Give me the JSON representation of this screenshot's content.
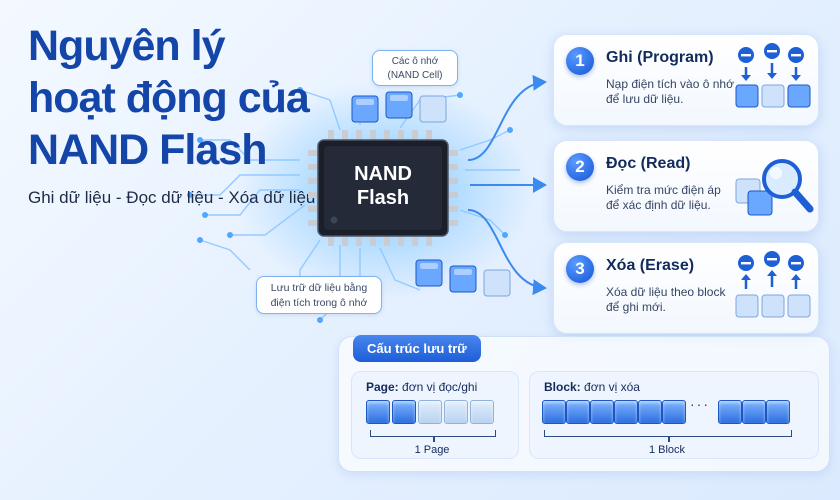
{
  "title": {
    "line1": "Nguyên lý",
    "line2": "hoạt động của",
    "line3": "NAND Flash"
  },
  "subtitle": "Ghi dữ liệu - Đọc dữ liệu - Xóa dữ liệu",
  "callouts": {
    "cells_line1": "Các ô nhớ",
    "cells_line2": "(NAND Cell)",
    "storage_line1": "Lưu trữ dữ liệu bằng",
    "storage_line2": "điện tích trong ô nhớ"
  },
  "chip": {
    "line1": "NAND",
    "line2": "Flash"
  },
  "steps": [
    {
      "number": "1",
      "title": "Ghi (Program)",
      "desc_line1": "Nạp điện tích vào ô nhớ",
      "desc_line2": "để lưu dữ liệu.",
      "icon": "write-cells-icon"
    },
    {
      "number": "2",
      "title": "Đọc (Read)",
      "desc_line1": "Kiểm tra mức điện áp",
      "desc_line2": "để xác định dữ liệu.",
      "icon": "magnifier-icon"
    },
    {
      "number": "3",
      "title": "Xóa (Erase)",
      "desc_line1": "Xóa dữ liệu theo block",
      "desc_line2": "để ghi mới.",
      "icon": "erase-cells-icon"
    }
  ],
  "structure": {
    "heading": "Cấu trúc lưu trữ",
    "page": {
      "label_bold": "Page:",
      "label_rest": " đơn vị đọc/ghi",
      "bracket_label": "1 Page"
    },
    "block": {
      "label_bold": "Block:",
      "label_rest": " đơn vị xóa",
      "ellipsis": "···",
      "bracket_label": "1 Block"
    }
  },
  "colors": {
    "title": "#1346a8",
    "accent": "#1d5ed8",
    "glow": "#4fb4ff",
    "chip": "#1b1f2a"
  }
}
